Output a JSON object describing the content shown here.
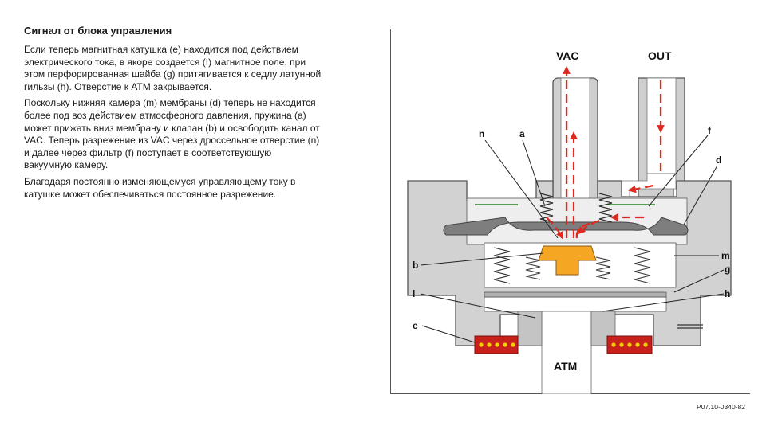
{
  "text": {
    "heading": "Сигнал от блока управления",
    "p1": "Если теперь магнитная катушка (е) находится под действием\nэлектрического тока, в якоре создается (I) магнитное поле, при\nэтом перфорированная шайба (g) притягивается к седлу латунной\nгильзы (h). Отверстие к АТМ закрывается.",
    "p2": "Поскольку нижняя камера (m) мембраны (d) теперь не находится\nболее под воз действием атмосферного давления, пружина (a)\nможет прижать вниз мембрану и клапан (b) и освободить канал от\nVAC. Теперь разрежение из VAC через дроссельное отверстие (n)\nи далее через фильтр (f) поступает в соответствующую\nвакуумную камеру.",
    "p3": "Благодаря постоянно изменяющемуся управляющему току в\nкатушке может обеспечиваться постоянное разрежение."
  },
  "diagram": {
    "ports": {
      "vac": "VAC",
      "out": "OUT",
      "atm": "ATM"
    },
    "labels": {
      "n": "n",
      "a": "a",
      "f": "f",
      "d": "d",
      "b": "b",
      "m": "m",
      "g": "g",
      "l": "l",
      "h": "h",
      "e": "e"
    },
    "figure_code": "P07.10-0340-82"
  },
  "colors": {
    "housing": "#cfcfcf",
    "housing_dark": "#8e8e8e",
    "flow_arrows": "#e0281e",
    "valve": "#f5a623",
    "coil": "#c8201a",
    "coil_dots": "#f5d000",
    "filter": "#2f7d2f"
  }
}
